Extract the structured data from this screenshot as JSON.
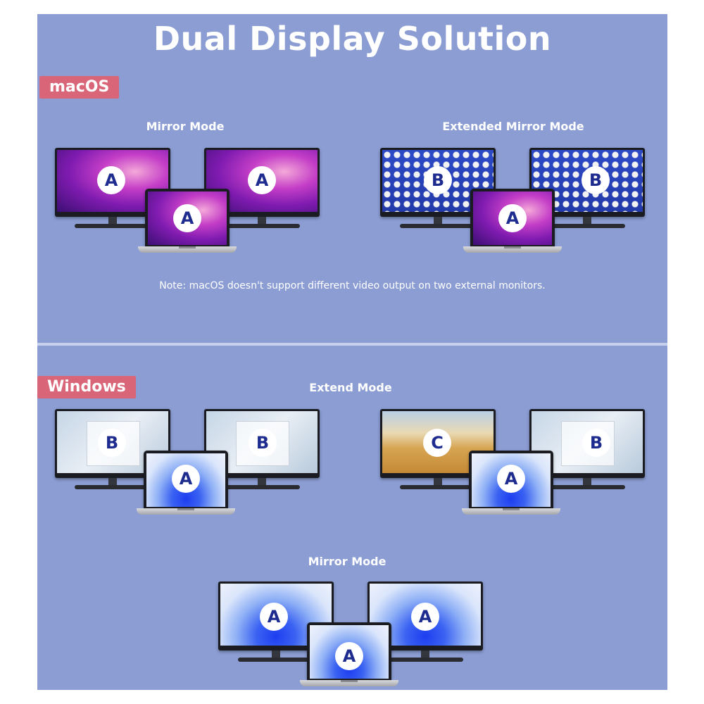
{
  "title": "Dual Display Solution",
  "macos": {
    "tag": "macOS",
    "left_mode": "Mirror Mode",
    "right_mode": "Extended Mirror Mode",
    "left_labels": {
      "monitor_1": "A",
      "monitor_2": "A",
      "laptop": "A"
    },
    "right_labels": {
      "monitor_1": "B",
      "monitor_2": "B",
      "laptop": "A"
    },
    "note": "Note: macOS doesn't support different video output on two external monitors."
  },
  "windows": {
    "tag": "Windows",
    "extend_mode": "Extend Mode",
    "extend_left_labels": {
      "monitor_1": "B",
      "monitor_2": "B",
      "laptop": "A"
    },
    "extend_right_labels": {
      "monitor_1": "C",
      "monitor_2": "B",
      "laptop": "A"
    },
    "mirror_mode": "Mirror Mode",
    "mirror_labels": {
      "monitor_1": "A",
      "monitor_2": "A",
      "laptop": "A"
    }
  },
  "colors": {
    "panel": "#8b9dd3",
    "tag": "#d96678",
    "badge_text": "#1e2c8f"
  }
}
